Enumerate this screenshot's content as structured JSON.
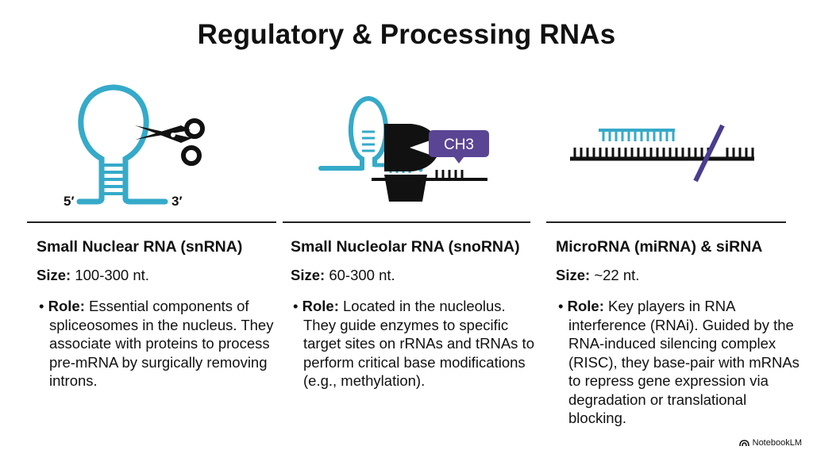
{
  "title": "Regulatory & Processing RNAs",
  "columns": [
    {
      "heading": "Small Nuclear RNA (snRNA)",
      "size_label": "Size:",
      "size_value": " 100-300 nt.",
      "role_label": "Role:",
      "role_text": " Essential components of spliceosomes in the nucleus. They associate with proteins to process pre-mRNA by surgically removing introns.",
      "label_5": "5′",
      "label_3": "3′"
    },
    {
      "heading": "Small Nucleolar RNA (snoRNA)",
      "size_label": "Size:",
      "size_value": " 60-300 nt.",
      "role_label": "Role:",
      "role_text": " Located in the nucleolus. They guide enzymes to specific target sites on rRNAs and tRNAs to perform critical base modifications (e.g., methylation).",
      "tag": "CH3"
    },
    {
      "heading": "MicroRNA (miRNA) & siRNA",
      "size_label": "Size:",
      "size_value": " ~22 nt.",
      "role_label": "Role:",
      "role_text": " Key players in RNA interference (RNAi). Guided by the RNA-induced silencing complex (RISC), they base-pair with mRNAs to repress gene expression via degradation or translational blocking."
    }
  ],
  "brand": "NotebookLM",
  "colors": {
    "rna": "#35aac9",
    "ch3": "#5a4595",
    "slash": "#4a3c8f",
    "ink": "#111111"
  }
}
